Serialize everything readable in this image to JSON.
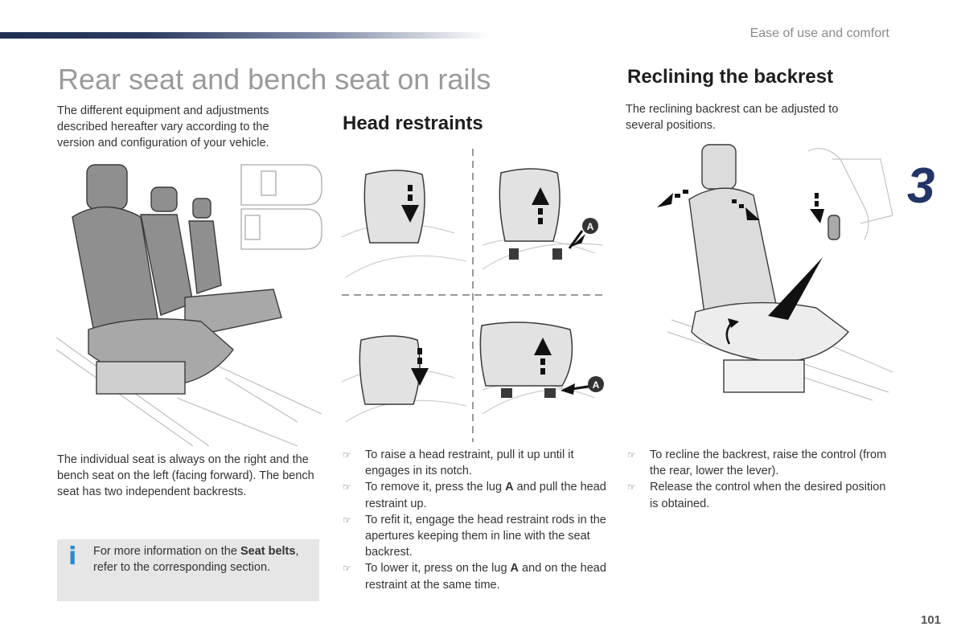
{
  "header": {
    "chapter_title": "Ease of use and comfort",
    "chapter_number": "3"
  },
  "main": {
    "title": "Rear seat and bench seat on rails",
    "intro": "The different equipment and adjustments described hereafter vary according to the version and configuration of your vehicle.",
    "description": "The individual seat is always on the right and the bench seat on the left (facing forward). The bench seat has two independent backrests.",
    "info_box": {
      "pre": "For more information on the ",
      "bold": "Seat belts",
      "post": ", refer to the corresponding section."
    }
  },
  "head_restraints": {
    "title": "Head restraints",
    "lug_label": "A",
    "bullets": [
      {
        "pre": "To raise a head restraint, pull it up until it engages in its notch.",
        "bold": "",
        "post": ""
      },
      {
        "pre": "To remove it, press the lug ",
        "bold": "A",
        "post": " and pull the head restraint up."
      },
      {
        "pre": "To refit it, engage the head restraint rods in the apertures keeping them in line with the seat backrest.",
        "bold": "",
        "post": ""
      },
      {
        "pre": "To lower it, press on the lug ",
        "bold": "A",
        "post": " and on the head restraint at the same time."
      }
    ]
  },
  "reclining": {
    "title": "Reclining the backrest",
    "intro": "The reclining backrest can be adjusted to several positions.",
    "bullets": [
      {
        "pre": "To recline the backrest, raise the control (from the rear, lower the lever).",
        "bold": "",
        "post": ""
      },
      {
        "pre": "Release the control when the desired position is obtained.",
        "bold": "",
        "post": ""
      }
    ]
  },
  "footer": {
    "page_number": "101"
  },
  "icons": {
    "bullet_marker": "pointing-finger-icon",
    "info_icon": "info-icon"
  },
  "colors": {
    "accent": "#233566",
    "info_icon": "#2a8bd0",
    "info_bg": "#e6e6e6",
    "title_grey": "#9a9a9a"
  }
}
